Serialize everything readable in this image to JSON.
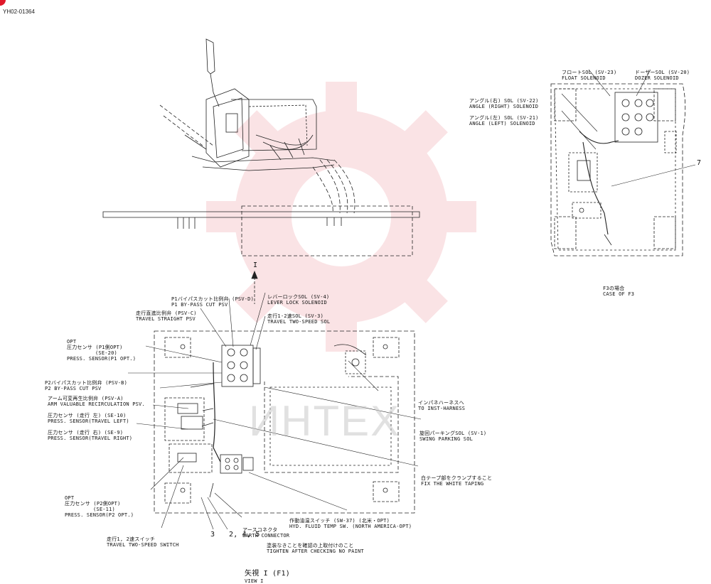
{
  "document": {
    "code": "YH02-01364",
    "watermark_text": "ИНТЕХ"
  },
  "callouts": {
    "float_sol": [
      "フロートSOL (SV-23)",
      "FLOAT SOLENOID"
    ],
    "dozer_sol": [
      "ドーザーSOL (SV-20)",
      "DOZER SOLENOID"
    ],
    "angle_right_sol": [
      "アングル(右) SOL (SV-22)",
      "ANGLE (RIGHT) SOLENOID"
    ],
    "angle_left_sol": [
      "アングル(左) SOL (SV-21)",
      "ANGLE (LEFT) SOLENOID"
    ],
    "p1_bypass": [
      "P1バイパスカット比例弁 (PSV-D)",
      "P1 BY-PASS CUT PSV"
    ],
    "lever_lock": [
      "レバーロックSOL (SV-4)",
      "LEVER LOCK SOLENOID"
    ],
    "travel_straight": [
      "走行直進比例弁 (PSV-C)",
      "TRAVEL STRAIGHT PSV"
    ],
    "travel_two_speed_sol": [
      "走行1-2速SOL (SV-3)",
      "TRAVEL TWO-SPEED SOL"
    ],
    "opt_p1": [
      "OPT",
      "圧力センサ (P1側OPT)",
      "(SE-20)",
      "PRESS. SENSOR(P1 OPT.)"
    ],
    "p2_bypass": [
      "P2バイパスカット比例弁 (PSV-B)",
      "P2 BY-PASS CUT PSV"
    ],
    "arm_recirc": [
      "アーム可変再生比例弁 (PSV-A)",
      "ARM VALUABLE RECIRCULATION PSV."
    ],
    "press_travel_left": [
      "圧力センサ (走行 左) (SE-10)",
      "PRESS. SENSOR(TRAVEL LEFT)"
    ],
    "press_travel_right": [
      "圧力センサ (走行 右) (SE-9)",
      "PRESS. SENSOR(TRAVEL RIGHT)"
    ],
    "inst_harness": [
      "インパネハーネスへ",
      "TO INST-HARNESS"
    ],
    "swing_parking": [
      "旋回パーキングSOL (SV-1)",
      "SWING PARKING SOL"
    ],
    "white_taping": [
      "白テープ部をクランプすること",
      "FIX THE WHITE TAPING"
    ],
    "opt_p2": [
      "OPT",
      "圧力センサ (P2側OPT)",
      "(SE-11)",
      "PRESS. SENSOR(P2 OPT.)"
    ],
    "earth_connector": [
      "アースコネクタ",
      "EARTH CONNECTOR"
    ],
    "hyd_temp": [
      "作動油温スイッチ (SW-37) (北米・OPT)",
      "HYD. FLUID TEMP SW. (NORTH AMERICA-OPT)"
    ],
    "travel_two_speed_switch": [
      "走行1, 2速スイッチ",
      "TRAVEL TWO-SPEED SWITCH"
    ],
    "tighten": [
      "塗装なきことを確認の上取付けのこと",
      "TIGHTEN AFTER CHECKING NO PAINT"
    ]
  },
  "item_numbers": {
    "n3": "3",
    "n245": "2, 4, 5",
    "n7": "7"
  },
  "view_labels": {
    "case_f3": [
      "F3の場合",
      "CASE OF F3"
    ],
    "view_i": [
      "矢視 I (F1)",
      "VIEW I"
    ],
    "arrow_i": "I"
  }
}
